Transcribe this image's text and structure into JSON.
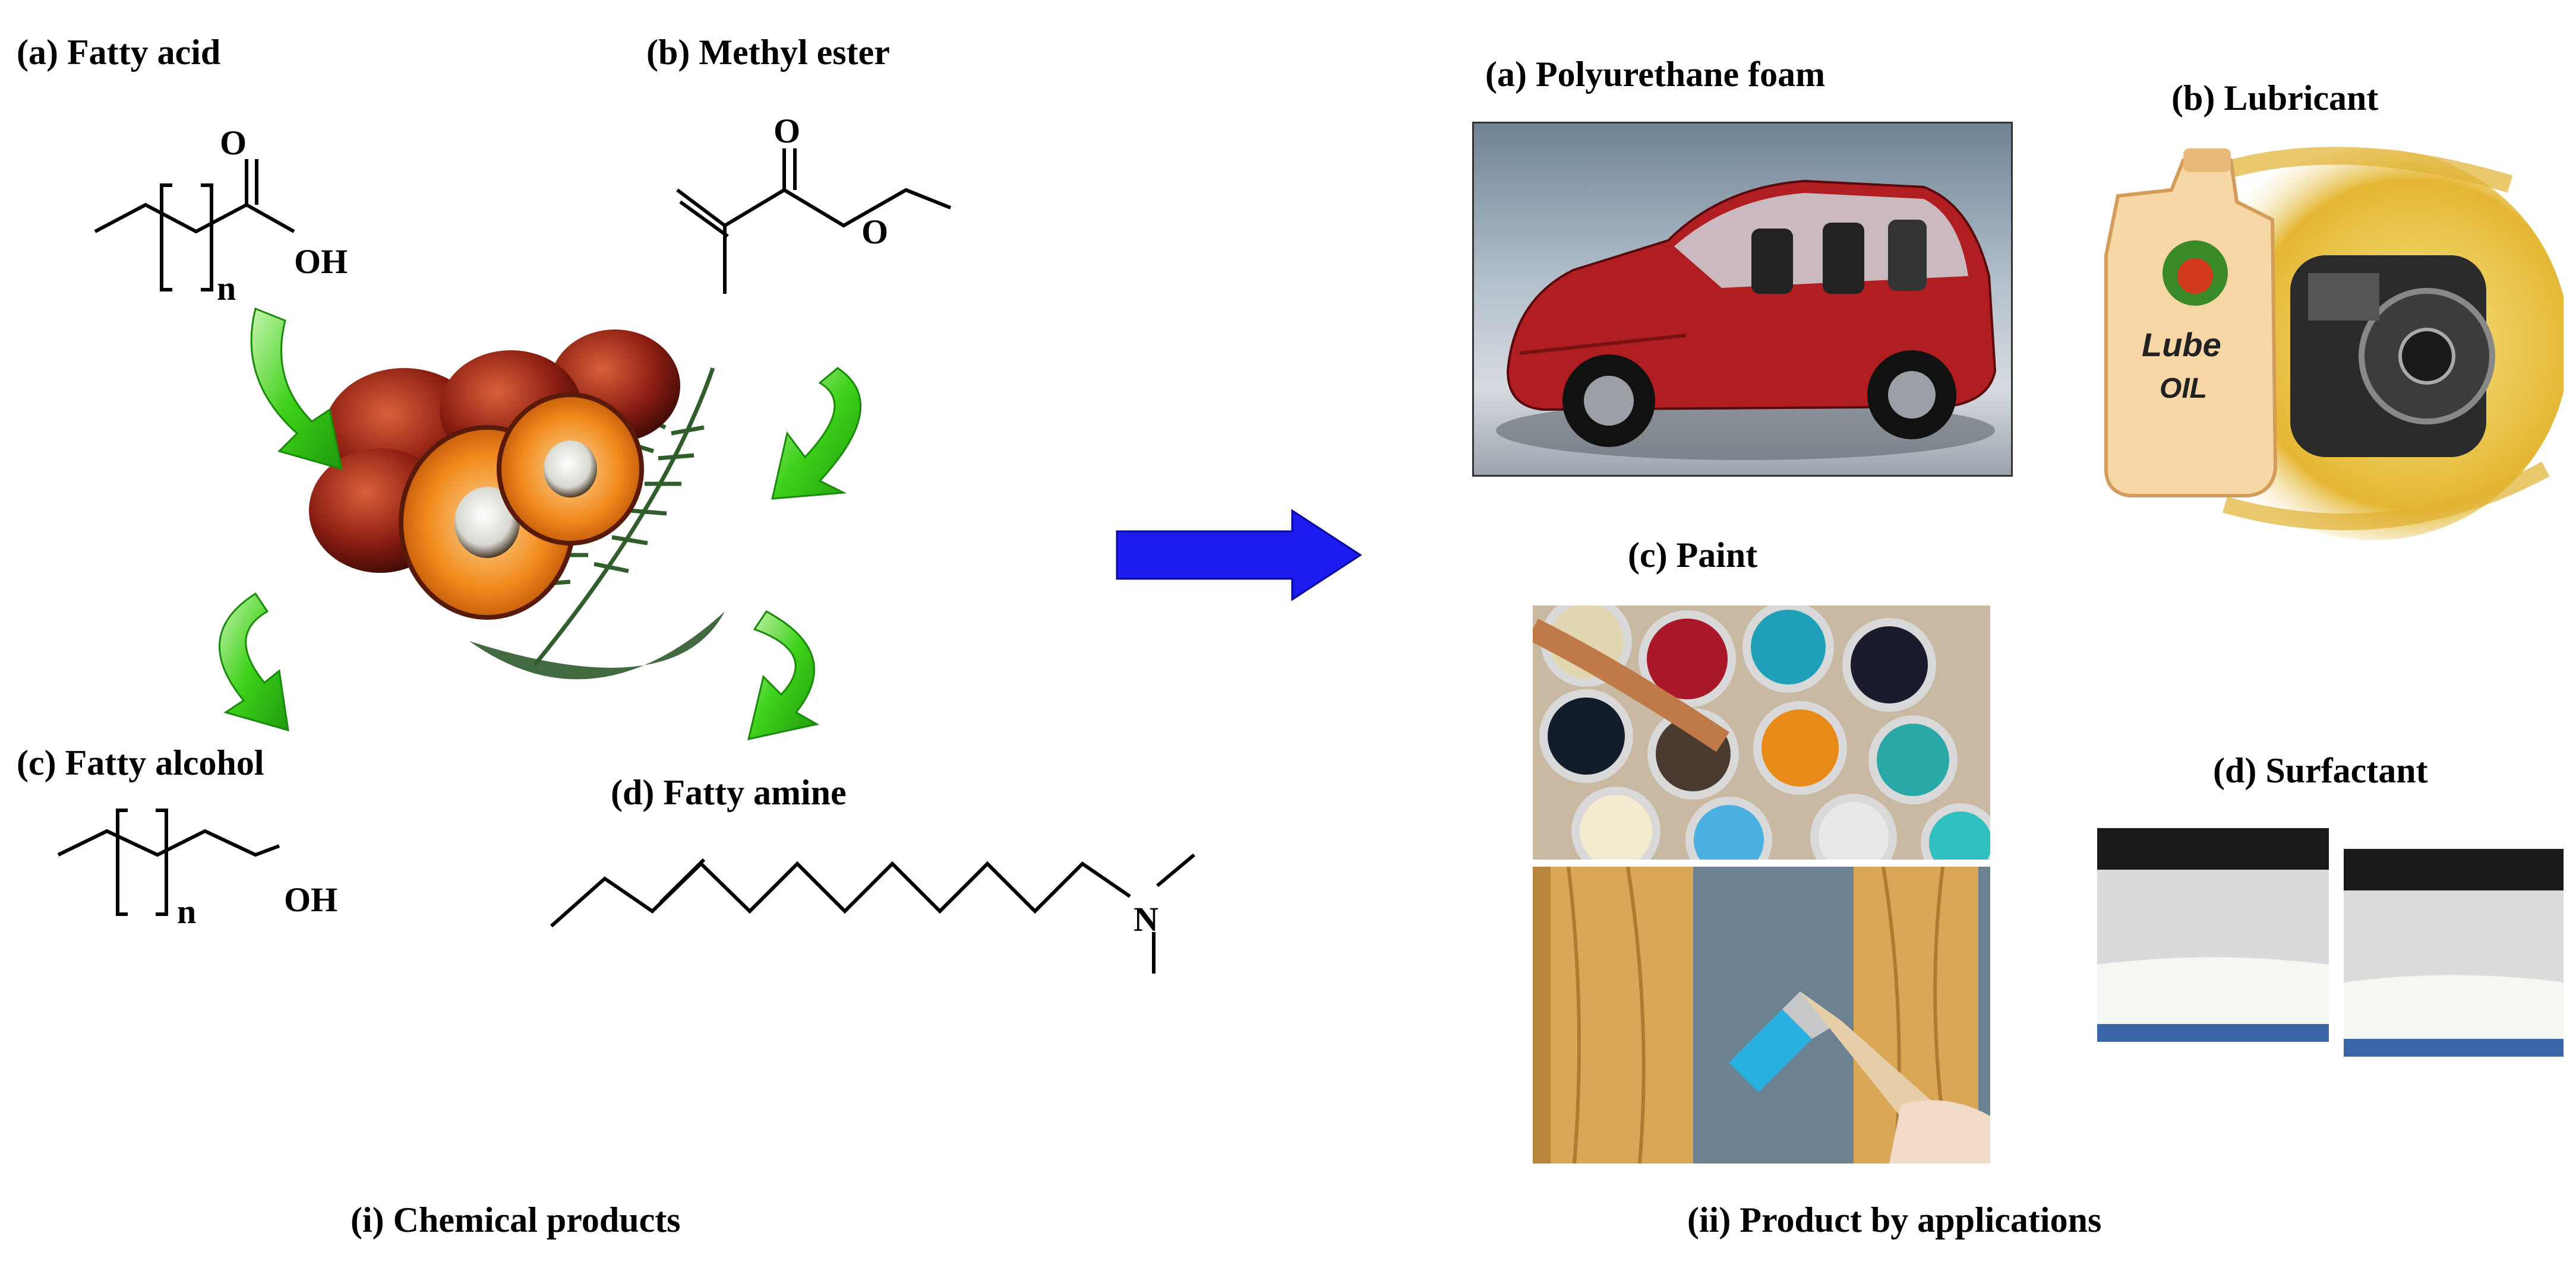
{
  "left_panel": {
    "caption": "(i) Chemical products",
    "products": {
      "fatty_acid": "(a) Fatty acid",
      "methyl_ester": "(b) Methyl ester",
      "fatty_alcohol": "(c) Fatty alcohol",
      "fatty_amine": "(d) Fatty amine"
    },
    "atoms": {
      "oxygen": "O",
      "hydroxyl": "OH",
      "repeat_n": "n",
      "nitrogen": "N"
    }
  },
  "right_panel": {
    "caption": "(ii) Product by applications",
    "applications": {
      "foam": "(a) Polyurethane foam",
      "lubricant": "(b) Lubricant",
      "paint": "(c) Paint",
      "surfactant": "(d) Surfactant"
    },
    "bottle_label_line1": "Lube",
    "bottle_label_line2": "OIL"
  },
  "colors": {
    "cycle_arrows": "#3ed11a",
    "main_arrow": "#1b1bf0",
    "car_body": "#b01e22",
    "palm_fruit": "#e8821e"
  }
}
